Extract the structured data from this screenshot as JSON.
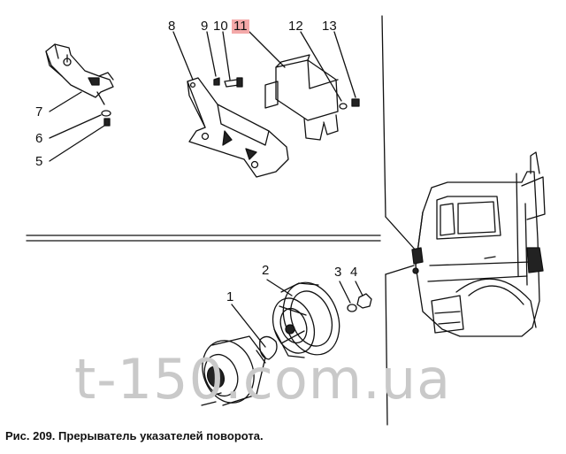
{
  "figure": {
    "caption": "Рис. 209. Прерыватель указателей поворота.",
    "watermark": "t-150.com.ua",
    "highlight_color": "#f4a9a9",
    "callouts": [
      {
        "id": "1",
        "label": "1"
      },
      {
        "id": "2",
        "label": "2"
      },
      {
        "id": "3",
        "label": "3"
      },
      {
        "id": "4",
        "label": "4"
      },
      {
        "id": "5",
        "label": "5"
      },
      {
        "id": "6",
        "label": "6"
      },
      {
        "id": "7",
        "label": "7"
      },
      {
        "id": "8",
        "label": "8"
      },
      {
        "id": "9",
        "label": "9"
      },
      {
        "id": "10",
        "label": "10"
      },
      {
        "id": "11",
        "label": "11",
        "highlighted": true
      },
      {
        "id": "12",
        "label": "12"
      },
      {
        "id": "13",
        "label": "13"
      }
    ]
  }
}
